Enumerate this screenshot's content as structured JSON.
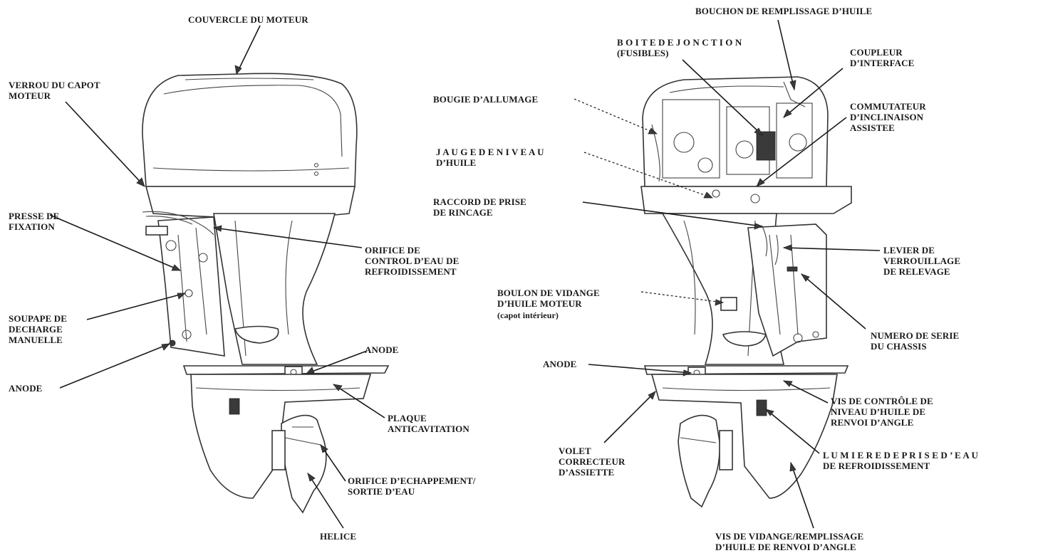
{
  "left_view": {
    "labels": {
      "engine_cover": "COUVERCLE DU MOTEUR",
      "cover_latch": "VERROU DU CAPOT\nMOTEUR",
      "stern_bracket": "PRESSE DE\nFIXATION",
      "cooling_check_port": "ORIFICE DE\nCONTROL D’EAU DE\nREFROIDISSEMENT",
      "manual_relief_valve": "SOUPAPE DE\nDECHARGE\nMANUELLE",
      "anode_lower": "ANODE",
      "anode_upper": "ANODE",
      "anti_cavitation_plate": "PLAQUE\nANTICAVITATION",
      "exhaust_outlet": "ORIFICE D’ECHAPPEMENT/\nSORTIE D’EAU",
      "propeller": "HELICE"
    }
  },
  "right_view": {
    "labels": {
      "oil_filler_cap": "BOUCHON DE REMPLISSAGE D’HUILE",
      "junction_box": "B O I T E D E J O N C T I O N\n(FUSIBLES)",
      "interface_coupler": "COUPLEUR\nD’INTERFACE",
      "spark_plug": "BOUGIE D’ALLUMAGE",
      "power_tilt_switch": "COMMUTATEUR\nD’INCLINAISON\nASSISTEE",
      "dipstick": "J A U G E D E N I V E A U\nD’HUILE",
      "flush_connector": "RACCORD DE PRISE\nDE RINCAGE",
      "tilt_lock_lever": "LEVIER DE\nVERROUILLAGE\nDE RELEVAGE",
      "oil_drain_bolt": "BOULON DE VIDANGE\nD’HUILE MOTEUR",
      "oil_drain_bolt_note": "(capot intérieur)",
      "frame_serial": "NUMERO DE SERIE\nDU CHASSIS",
      "anode": "ANODE",
      "gear_oil_level_screw": "VIS DE CONTRÔLE DE\nNIVEAU D’HUILE DE\nRENVOI D’ANGLE",
      "trim_tab": "VOLET\nCORRECTEUR\nD’ASSIETTE",
      "water_intake": "L U M I E R E D E P R I S E D ’ E A U\nDE REFROIDISSEMENT",
      "gear_oil_drain_screw": "VIS DE VIDANGE/REMPLISSAGE\nD’HUILE DE RENVOI D’ANGLE"
    }
  }
}
